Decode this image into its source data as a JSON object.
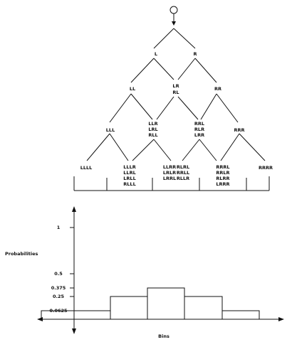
{
  "tree": {
    "level1": [
      "L",
      "R"
    ],
    "level2": [
      [
        "LL"
      ],
      [
        "LR",
        "RL"
      ],
      [
        "RR"
      ]
    ],
    "level3": [
      [
        "LLL"
      ],
      [
        "LLR",
        "LRL",
        "RLL"
      ],
      [
        "RRL",
        "RLR",
        "LRR"
      ],
      [
        "RRR"
      ]
    ],
    "level4": [
      [
        "LLLL"
      ],
      [
        "LLLR",
        "LLRL",
        "LRLL",
        "RLLL"
      ],
      [
        "LLRR",
        "LRLR",
        "LRRL"
      ],
      [
        "RLRL",
        "RRLL",
        "RLLR"
      ],
      [
        "RRRL",
        "RRLR",
        "RLRR",
        "LRRR"
      ],
      [
        "RRRR"
      ]
    ]
  },
  "chart_data": {
    "type": "bar",
    "xlabel": "Bins",
    "ylabel": "Probabilities",
    "yticks": [
      "1",
      "0.5",
      "0.375",
      "0.25",
      "0.0625"
    ],
    "ytick_values": [
      1,
      0.5,
      0.375,
      0.25,
      0.0625
    ],
    "values": [
      0.0625,
      0.25,
      0.375,
      0.25,
      0.0625
    ]
  }
}
